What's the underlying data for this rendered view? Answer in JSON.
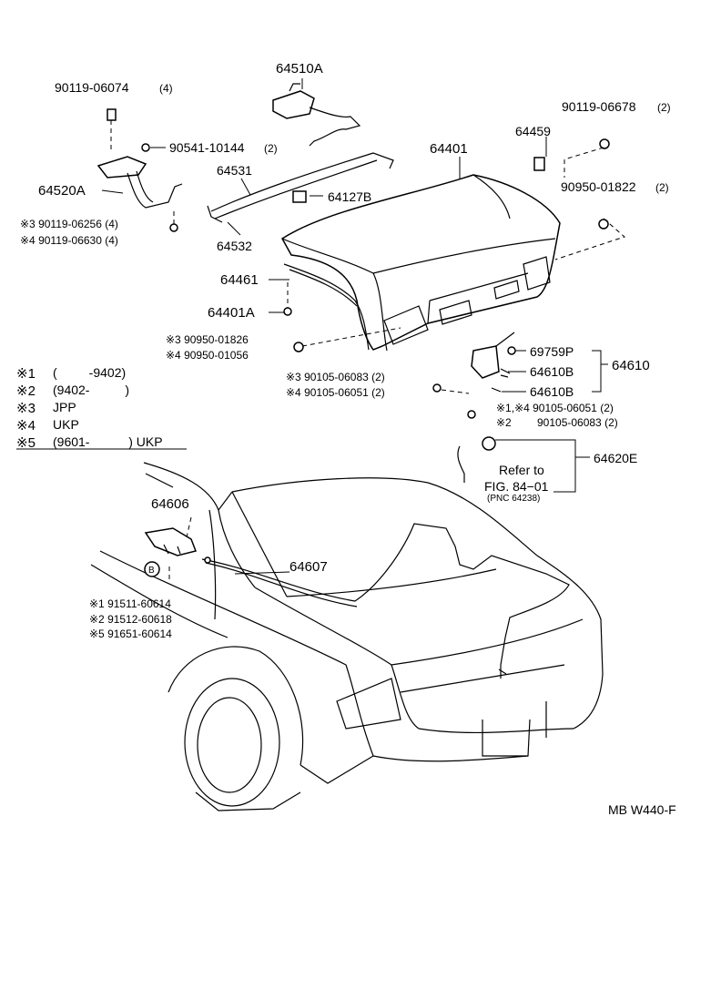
{
  "labels": {
    "p64510A": "64510A",
    "p90119_06074": "90119-06074",
    "q4a": "(4)",
    "p90119_06678": "90119-06678",
    "q2a": "(2)",
    "p64459": "64459",
    "p90541": "90541-10144",
    "q2b": "(2)",
    "p64401": "64401",
    "p64531": "64531",
    "p64520A": "64520A",
    "p64127B": "64127B",
    "p90950_01822": "90950-01822",
    "q2c": "(2)",
    "m3_90119_06256": "※3 90119-06256 (4)",
    "m4_90119_06630": "※4 90119-06630 (4)",
    "p64532": "64532",
    "p64461": "64461",
    "p64401A": "64401A",
    "m3_90950_01826": "※3 90950-01826",
    "m4_90950_01056": "※4 90950-01056",
    "p69759P": "69759P",
    "p64610": "64610",
    "p64610B_1": "64610B",
    "p64610B_2": "64610B",
    "m3_90105_06083": "※3 90105-06083 (2)",
    "m4_90105_06051": "※4 90105-06051 (2)",
    "m14_90105_06051": "※1,※4 90105-06051 (2)",
    "m2_90105_06083": "※2",
    "p90105_06083b": "90105-06083 (2)",
    "p64620E": "64620E",
    "refer_to": "Refer to",
    "fig_ref": "FIG. 84−01",
    "pnc_ref": "(PNC 64238)",
    "p64606": "64606",
    "p64607": "64607",
    "b_circle": "B",
    "m1_91511": "※1 91511-60614",
    "m2_91512": "※2 91512-60618",
    "m5_91651": "※5 91651-60614",
    "footer_code": "MB W440-F"
  },
  "legend": [
    {
      "mark": "※1",
      "text": "(         -9402)"
    },
    {
      "mark": "※2",
      "text": "(9402-          )"
    },
    {
      "mark": "※3",
      "text": "JPP"
    },
    {
      "mark": "※4",
      "text": "UKP"
    },
    {
      "mark": "※5",
      "text": "(9601-           ) UKP"
    }
  ]
}
